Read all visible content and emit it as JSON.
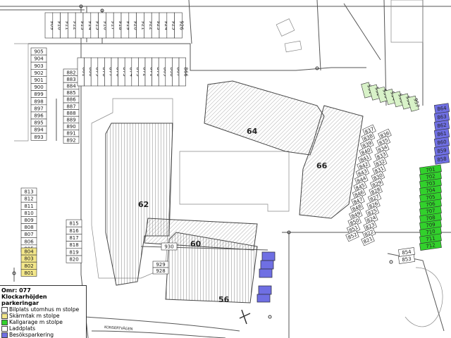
{
  "legend": {
    "area": "Omr: 077",
    "title": "Klockarhöjden parkeringar",
    "items": [
      {
        "label": "Bilplats utomhus m stolpe",
        "color": "#ffffff"
      },
      {
        "label": "Skärmtak m stolpe",
        "color": "#f3e78a"
      },
      {
        "label": "Kallgarage m stolpe",
        "color": "#32d12c"
      },
      {
        "label": "Laddplats",
        "color": "#ffffff"
      },
      {
        "label": "Besöksparkering",
        "color": "#6f6fe3"
      }
    ]
  },
  "buildings": [
    "62",
    "60",
    "64",
    "66",
    "56"
  ],
  "street": "KONSERTVÄGEN",
  "colors": {
    "outdoor": "#ffffff",
    "carport": "#f3e78a",
    "garage": "#32d12c",
    "visitor": "#6f6fe3",
    "green_outdoor": "#d8f2c8"
  },
  "spots": {
    "top_row": [
      "909",
      "910",
      "911",
      "912",
      "913",
      "914",
      "915",
      "916",
      "917",
      "918",
      "919",
      "920",
      "921",
      "922",
      "923",
      "924",
      "925",
      "926"
    ],
    "left_column": [
      "905",
      "904",
      "903",
      "902",
      "901",
      "900",
      "899",
      "898",
      "897",
      "896",
      "895",
      "894",
      "893"
    ],
    "inner_left_column": [
      "882",
      "883",
      "884",
      "885",
      "886",
      "887",
      "888",
      "889",
      "890",
      "891",
      "892"
    ],
    "inner_top_row": [
      "881",
      "880",
      "879",
      "878",
      "877",
      "876",
      "875",
      "874",
      "873",
      "872",
      "871",
      "870",
      "869",
      "868",
      "867",
      "866"
    ],
    "west_lower_column": [
      "813",
      "812",
      "811",
      "810",
      "809",
      "808",
      "807",
      "806",
      "805"
    ],
    "carport_column": [
      "804",
      "803",
      "802",
      "801"
    ],
    "mid_column": [
      "815",
      "816",
      "817",
      "818",
      "819",
      "820"
    ],
    "small_spots": [
      "930",
      "929",
      "928"
    ],
    "green_row": [
      "951",
      "952",
      "953",
      "954",
      "955",
      "956",
      "957"
    ],
    "diag_left": [
      "837",
      "838",
      "839",
      "840",
      "841",
      "842",
      "843",
      "844",
      "845",
      "846",
      "847",
      "848",
      "849",
      "850",
      "851",
      "852"
    ],
    "diag_right": [
      "836",
      "835",
      "834",
      "833",
      "832",
      "831",
      "830",
      "829",
      "828",
      "827",
      "826",
      "825",
      "824",
      "823",
      "822",
      "821"
    ],
    "visitor_column": [
      "864",
      "863",
      "862",
      "861",
      "860",
      "859",
      "858"
    ],
    "garage_column": [
      "701",
      "702",
      "703",
      "704",
      "705",
      "706",
      "707",
      "708",
      "709",
      "710",
      "711",
      "712"
    ],
    "bottom_right": [
      "854",
      "853"
    ]
  }
}
